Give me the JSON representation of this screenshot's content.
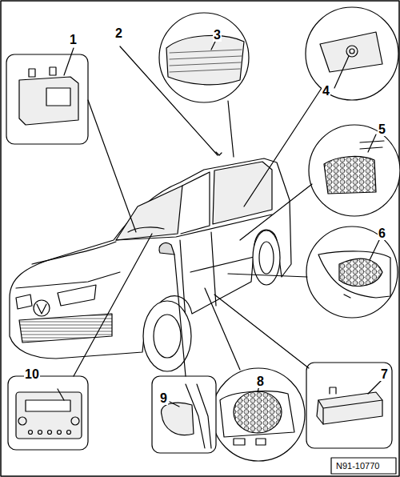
{
  "diagram": {
    "labels": [
      "2",
      "3",
      "1",
      "4",
      "5",
      "6",
      "7",
      "10",
      "9",
      "8",
      "N91-10770"
    ]
  }
}
